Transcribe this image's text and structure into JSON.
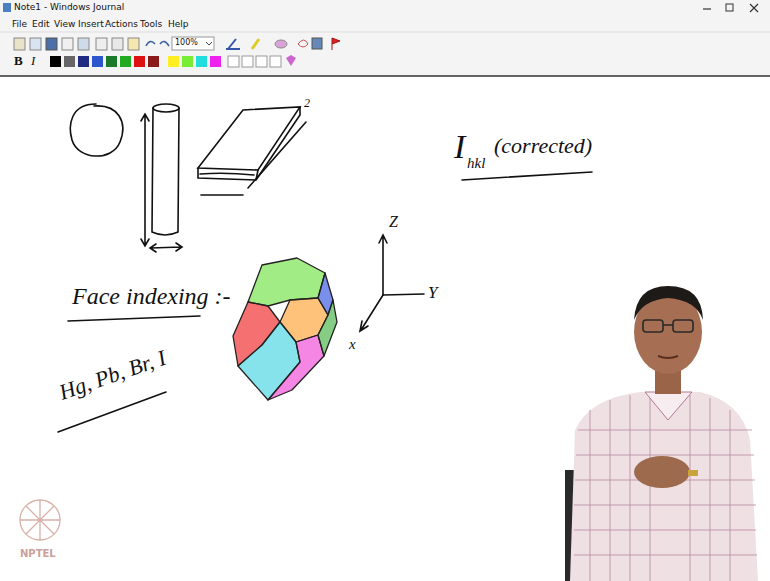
{
  "diagram": {
    "labels": [
      "Note1 - Windows Journal",
      "File",
      "Edit",
      "View",
      "Insert",
      "Actions",
      "Tools",
      "Help",
      "100%",
      "B",
      "I",
      "2",
      "I",
      "hkl",
      "(corrected)",
      "Face indexing :-",
      "Z",
      "Y",
      "x",
      "Hg, Pb, Br, I",
      "NPTEL"
    ]
  }
}
